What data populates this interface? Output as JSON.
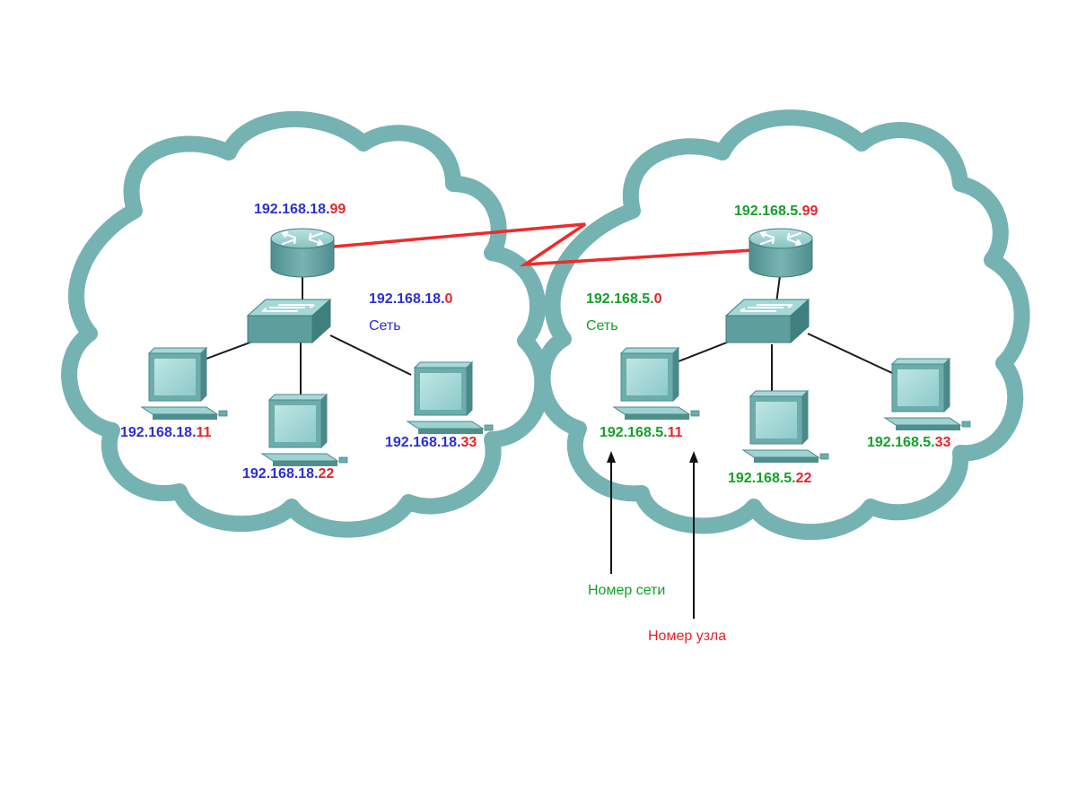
{
  "colors": {
    "cloud": "#74b3b2",
    "cloud_dark": "#5b9d9c",
    "device": "#5e9f9e",
    "device_light": "#a9dada",
    "wan_link": "#ee2a2a",
    "lan_link": "#1b1b1b",
    "net_a": "#2e2ed6",
    "net_b": "#13a02a",
    "host": "#e0262d"
  },
  "icons": [
    "cloud-icon",
    "router-icon",
    "switch-icon",
    "computer-icon",
    "arrow-up-icon"
  ],
  "left_network": {
    "router": {
      "net": "192.168.18.",
      "host": "99"
    },
    "network": {
      "net": "192.168.18.",
      "host": "0",
      "caption": "Сеть"
    },
    "pc1": {
      "net": "192.168.18.",
      "host": "11"
    },
    "pc2": {
      "net": "192.168.18.",
      "host": "22"
    },
    "pc3": {
      "net": "192.168.18.",
      "host": "33"
    }
  },
  "right_network": {
    "router": {
      "net": "192.168.5.",
      "host": "99"
    },
    "network": {
      "net": "192.168.5.",
      "host": "0",
      "caption": "Сеть"
    },
    "pc1": {
      "net": "192.168.5.",
      "host": "11"
    },
    "pc2": {
      "net": "192.168.5.",
      "host": "22"
    },
    "pc3": {
      "net": "192.168.5.",
      "host": "33"
    }
  },
  "legend": {
    "network_number": "Номер сети",
    "host_number": "Номер узла"
  }
}
